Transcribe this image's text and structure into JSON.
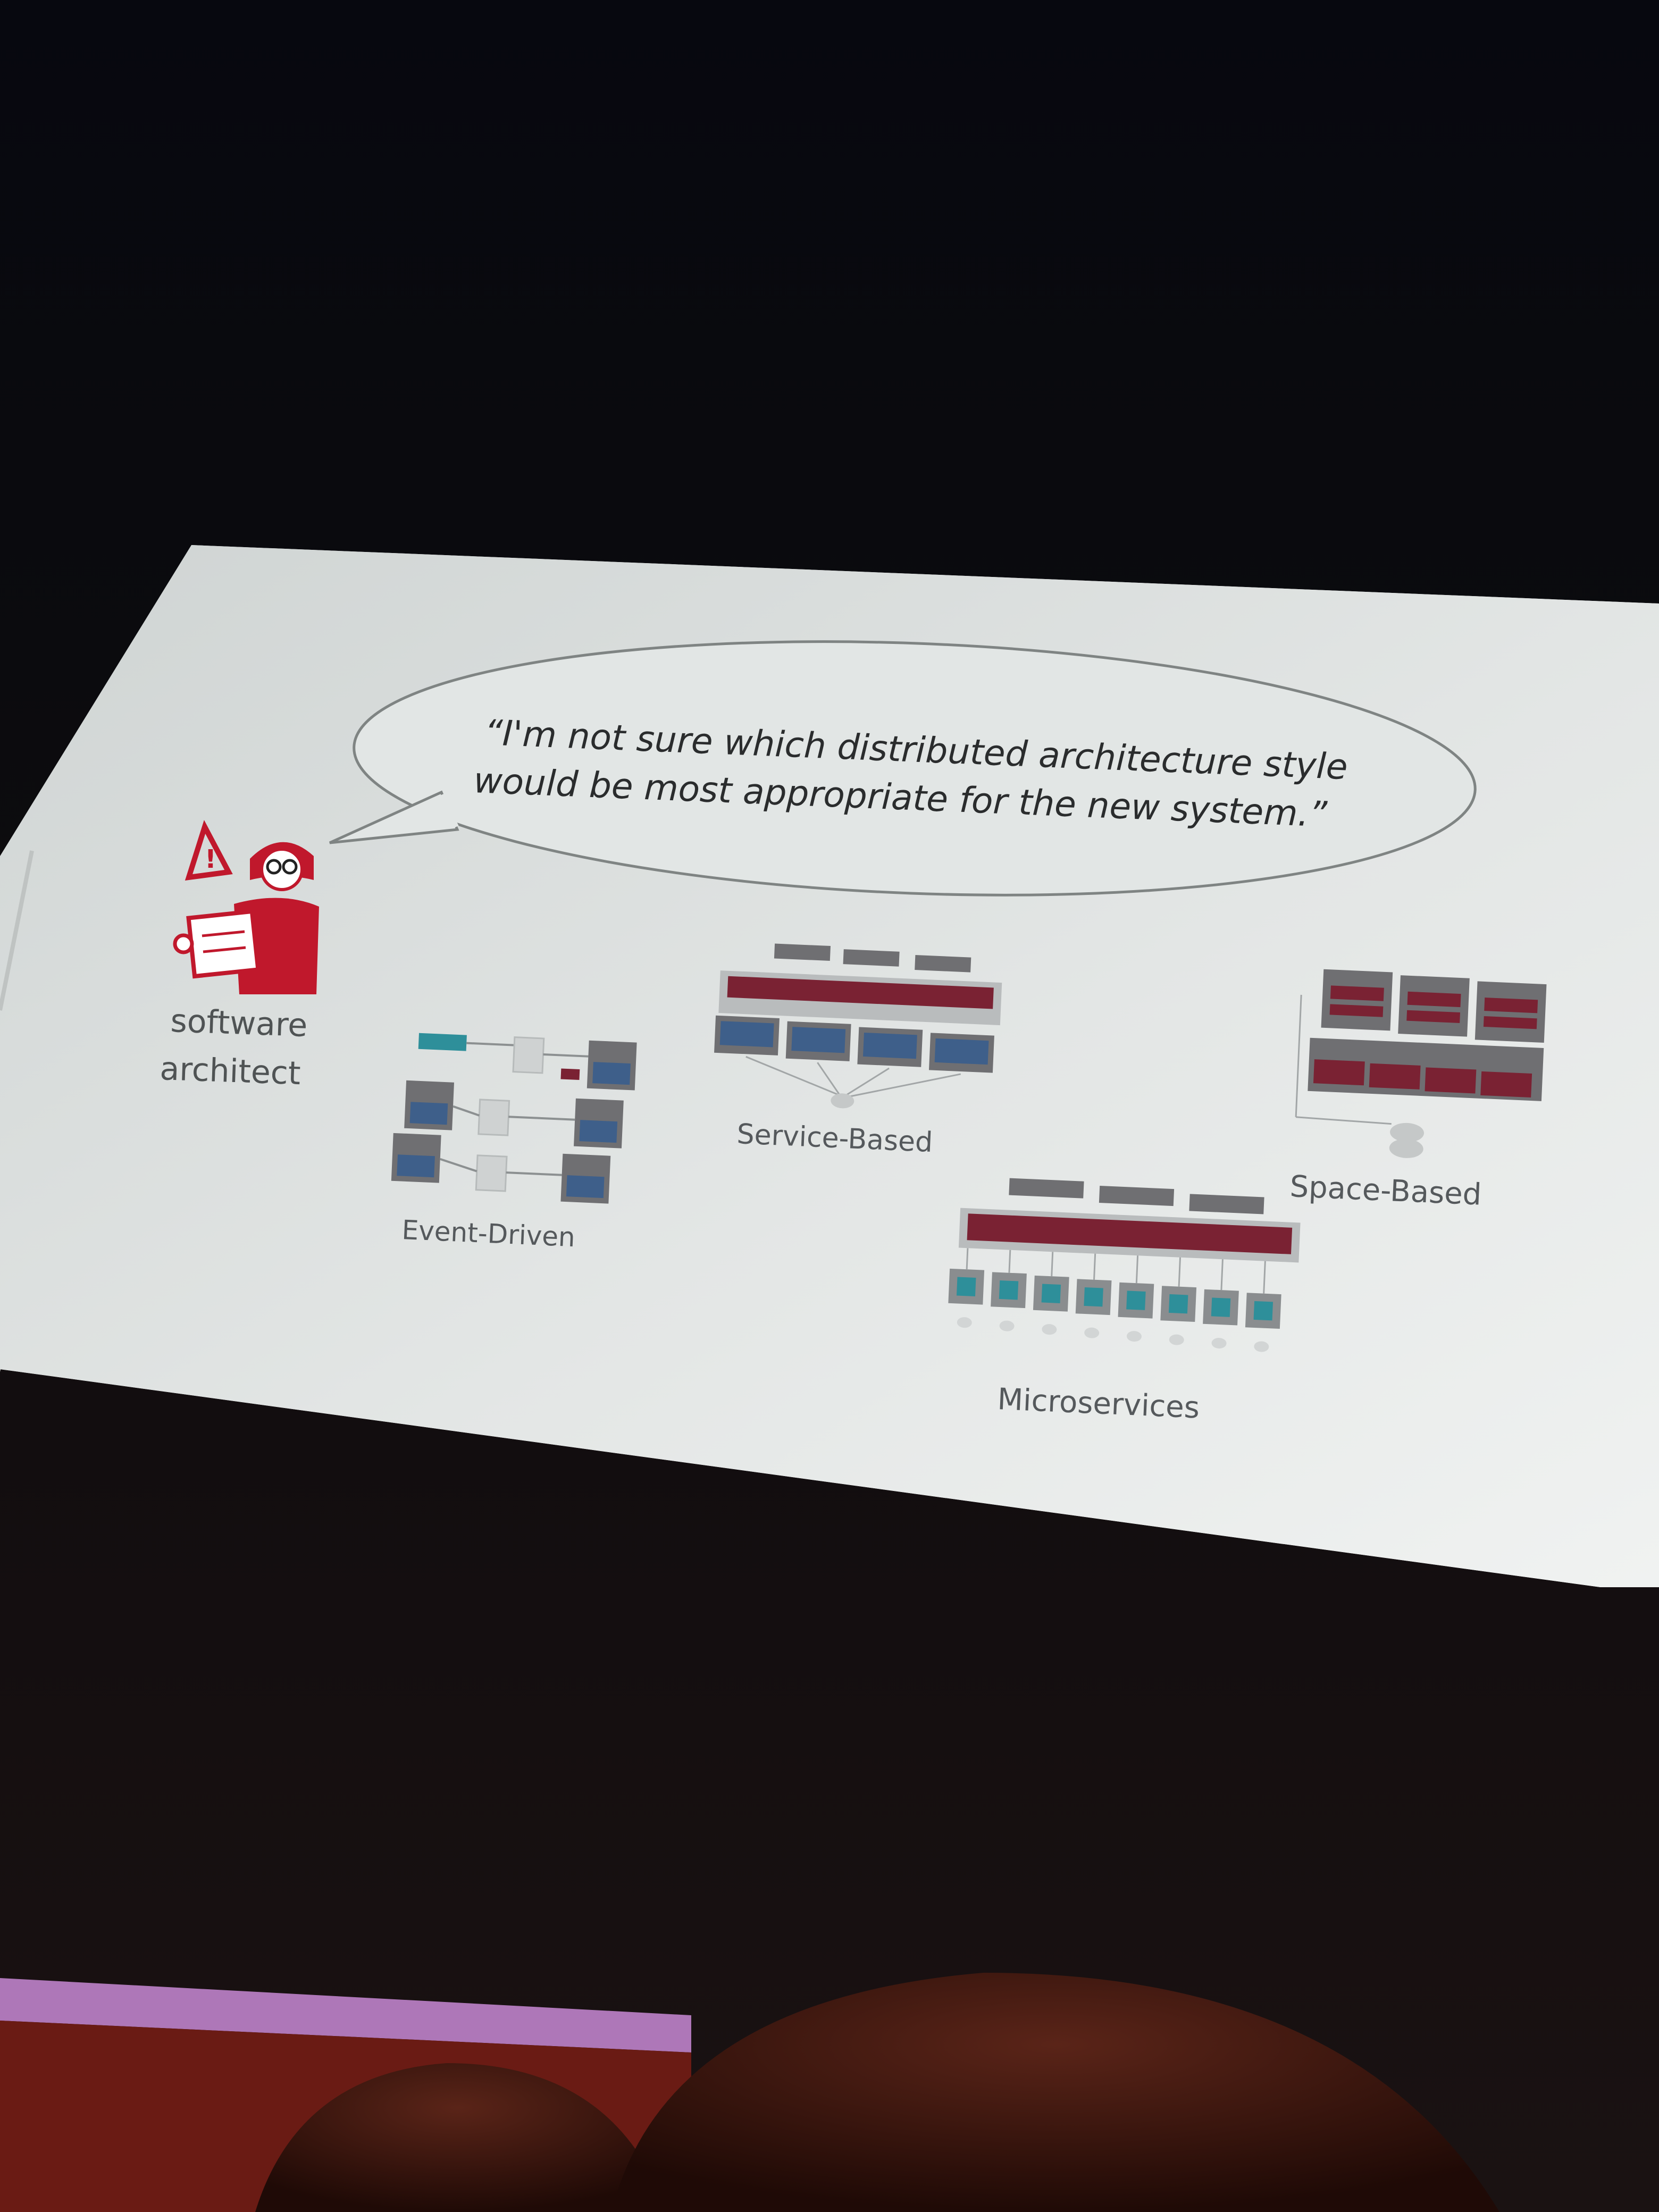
{
  "slide": {
    "quote_line1": "“I'm not sure which distributed architecture style",
    "quote_line2": "would be most appropriate for the new system.”",
    "character_label_line1": "software",
    "character_label_line2": "architect",
    "diagrams": {
      "event_driven": "Event-Driven",
      "service_based": "Service-Based",
      "microservices": "Microservices",
      "space_based": "Space-Based"
    }
  },
  "colors": {
    "slide_background": "#dfe3e2",
    "accent_red": "#c0182c",
    "diagram_maroon": "#7a2233",
    "diagram_blue": "#3e5f8a",
    "diagram_teal": "#2e8f9a",
    "diagram_gray": "#6f6f72",
    "label_gray": "#55595c"
  }
}
